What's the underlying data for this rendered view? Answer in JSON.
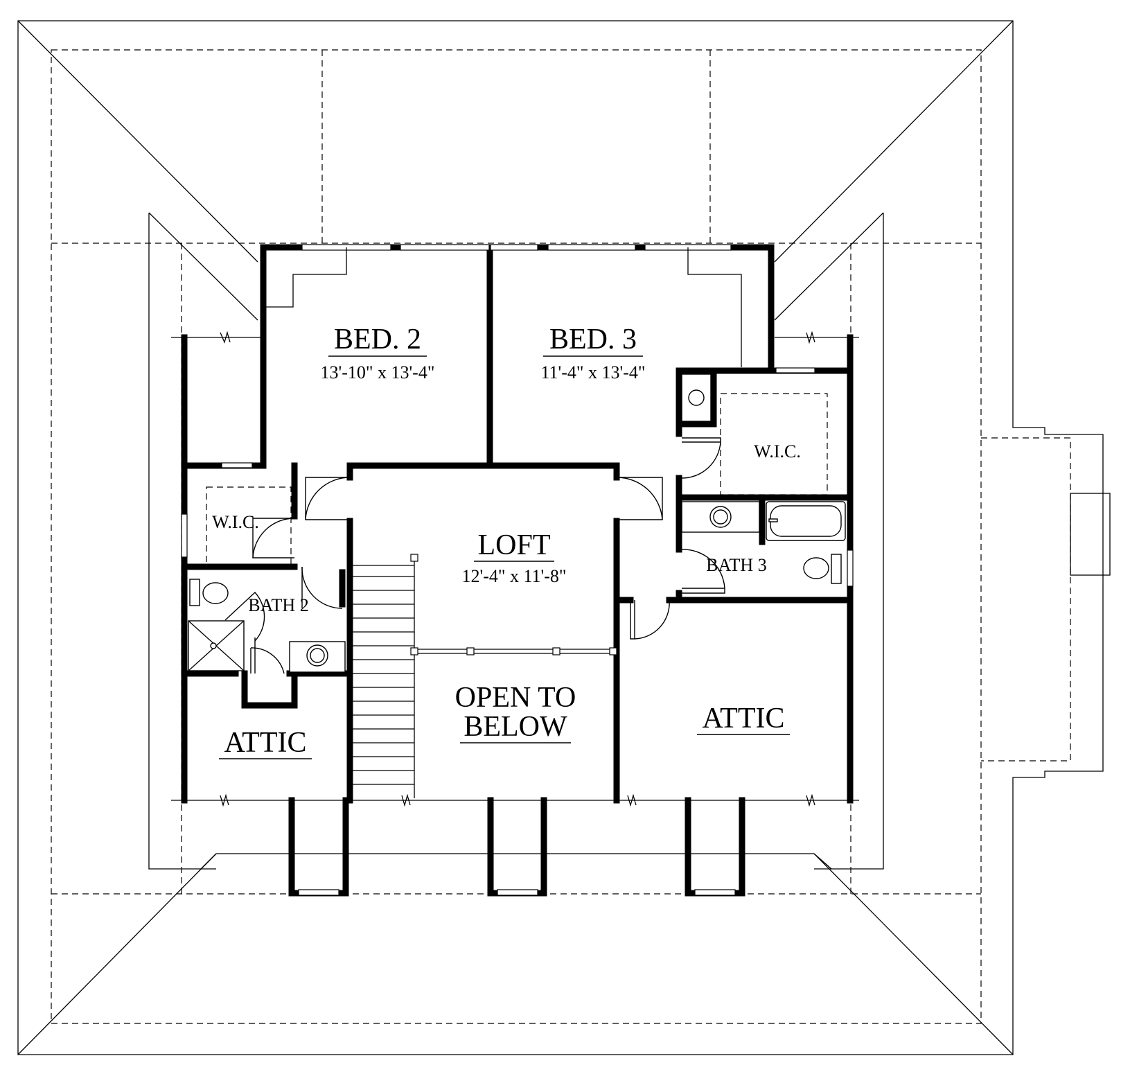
{
  "plan": {
    "rooms": {
      "bed2": {
        "title": "BED. 2",
        "dims": "13'-10\" x 13'-4\""
      },
      "bed3": {
        "title": "BED. 3",
        "dims": "11'-4\" x 13'-4\""
      },
      "loft": {
        "title": "LOFT",
        "dims": "12'-4\" x 11'-8\""
      },
      "wic_left": {
        "title": "W.I.C."
      },
      "wic_right": {
        "title": "W.I.C."
      },
      "bath2": {
        "title": "BATH 2"
      },
      "bath3": {
        "title": "BATH 3"
      },
      "open_to_below": {
        "line1": "OPEN TO",
        "line2": "BELOW"
      },
      "attic_left": {
        "title": "ATTIC"
      },
      "attic_right": {
        "title": "ATTIC"
      }
    }
  }
}
